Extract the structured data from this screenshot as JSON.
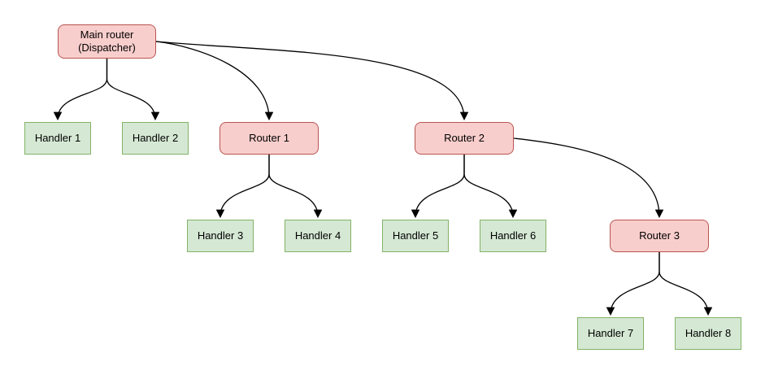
{
  "diagram": {
    "nodes": [
      {
        "id": "main-router",
        "type": "router",
        "lines": [
          "Main router",
          "(Dispatcher)"
        ]
      },
      {
        "id": "handler-1",
        "type": "handler",
        "label": "Handler 1"
      },
      {
        "id": "handler-2",
        "type": "handler",
        "label": "Handler 2"
      },
      {
        "id": "router-1",
        "type": "router",
        "label": "Router 1"
      },
      {
        "id": "router-2",
        "type": "router",
        "label": "Router 2"
      },
      {
        "id": "handler-3",
        "type": "handler",
        "label": "Handler 3"
      },
      {
        "id": "handler-4",
        "type": "handler",
        "label": "Handler 4"
      },
      {
        "id": "handler-5",
        "type": "handler",
        "label": "Handler 5"
      },
      {
        "id": "handler-6",
        "type": "handler",
        "label": "Handler 6"
      },
      {
        "id": "router-3",
        "type": "router",
        "label": "Router 3"
      },
      {
        "id": "handler-7",
        "type": "handler",
        "label": "Handler 7"
      },
      {
        "id": "handler-8",
        "type": "handler",
        "label": "Handler 8"
      }
    ],
    "edges": [
      {
        "from": "main-router",
        "to": "handler-1"
      },
      {
        "from": "main-router",
        "to": "handler-2"
      },
      {
        "from": "main-router",
        "to": "router-1"
      },
      {
        "from": "main-router",
        "to": "router-2"
      },
      {
        "from": "router-1",
        "to": "handler-3"
      },
      {
        "from": "router-1",
        "to": "handler-4"
      },
      {
        "from": "router-2",
        "to": "handler-5"
      },
      {
        "from": "router-2",
        "to": "handler-6"
      },
      {
        "from": "router-2",
        "to": "router-3"
      },
      {
        "from": "router-3",
        "to": "handler-7"
      },
      {
        "from": "router-3",
        "to": "handler-8"
      }
    ],
    "colors": {
      "router_fill": "#f8cecc",
      "router_border": "#b85450",
      "handler_fill": "#d5e8d4",
      "handler_border": "#82b366",
      "edge": "#000000",
      "background": "#ffffff"
    }
  }
}
